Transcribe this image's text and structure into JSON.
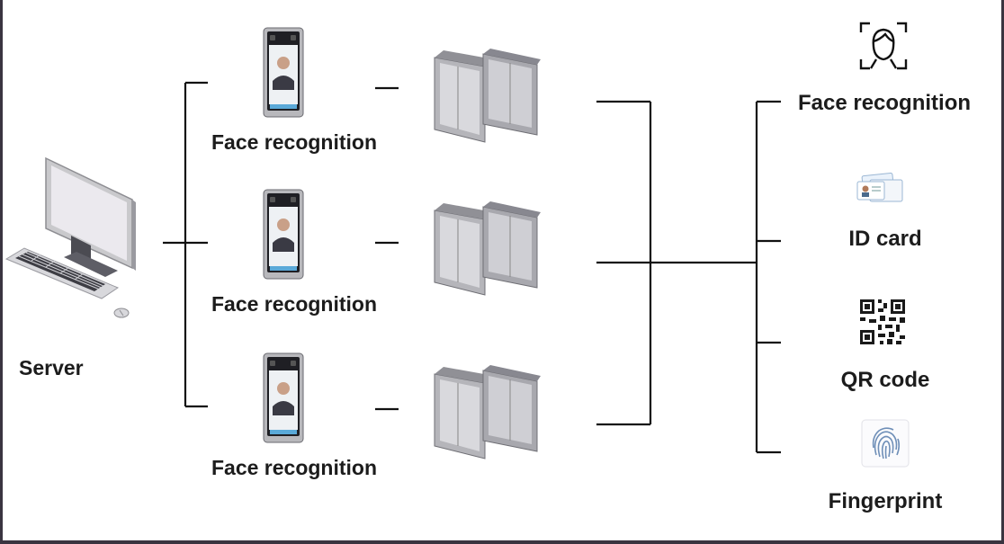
{
  "server": {
    "label": "Server"
  },
  "terminals": [
    {
      "label": "Face recognition"
    },
    {
      "label": "Face recognition"
    },
    {
      "label": "Face recognition"
    }
  ],
  "methods": [
    {
      "label": "Face recognition",
      "icon": "face-scan-icon"
    },
    {
      "label": "ID card",
      "icon": "id-card-icon"
    },
    {
      "label": "QR code",
      "icon": "qr-code-icon"
    },
    {
      "label": "Fingerprint",
      "icon": "fingerprint-icon"
    }
  ],
  "colors": {
    "line": "#111111",
    "frame": "#3a3440",
    "text": "#1c1c1c"
  }
}
